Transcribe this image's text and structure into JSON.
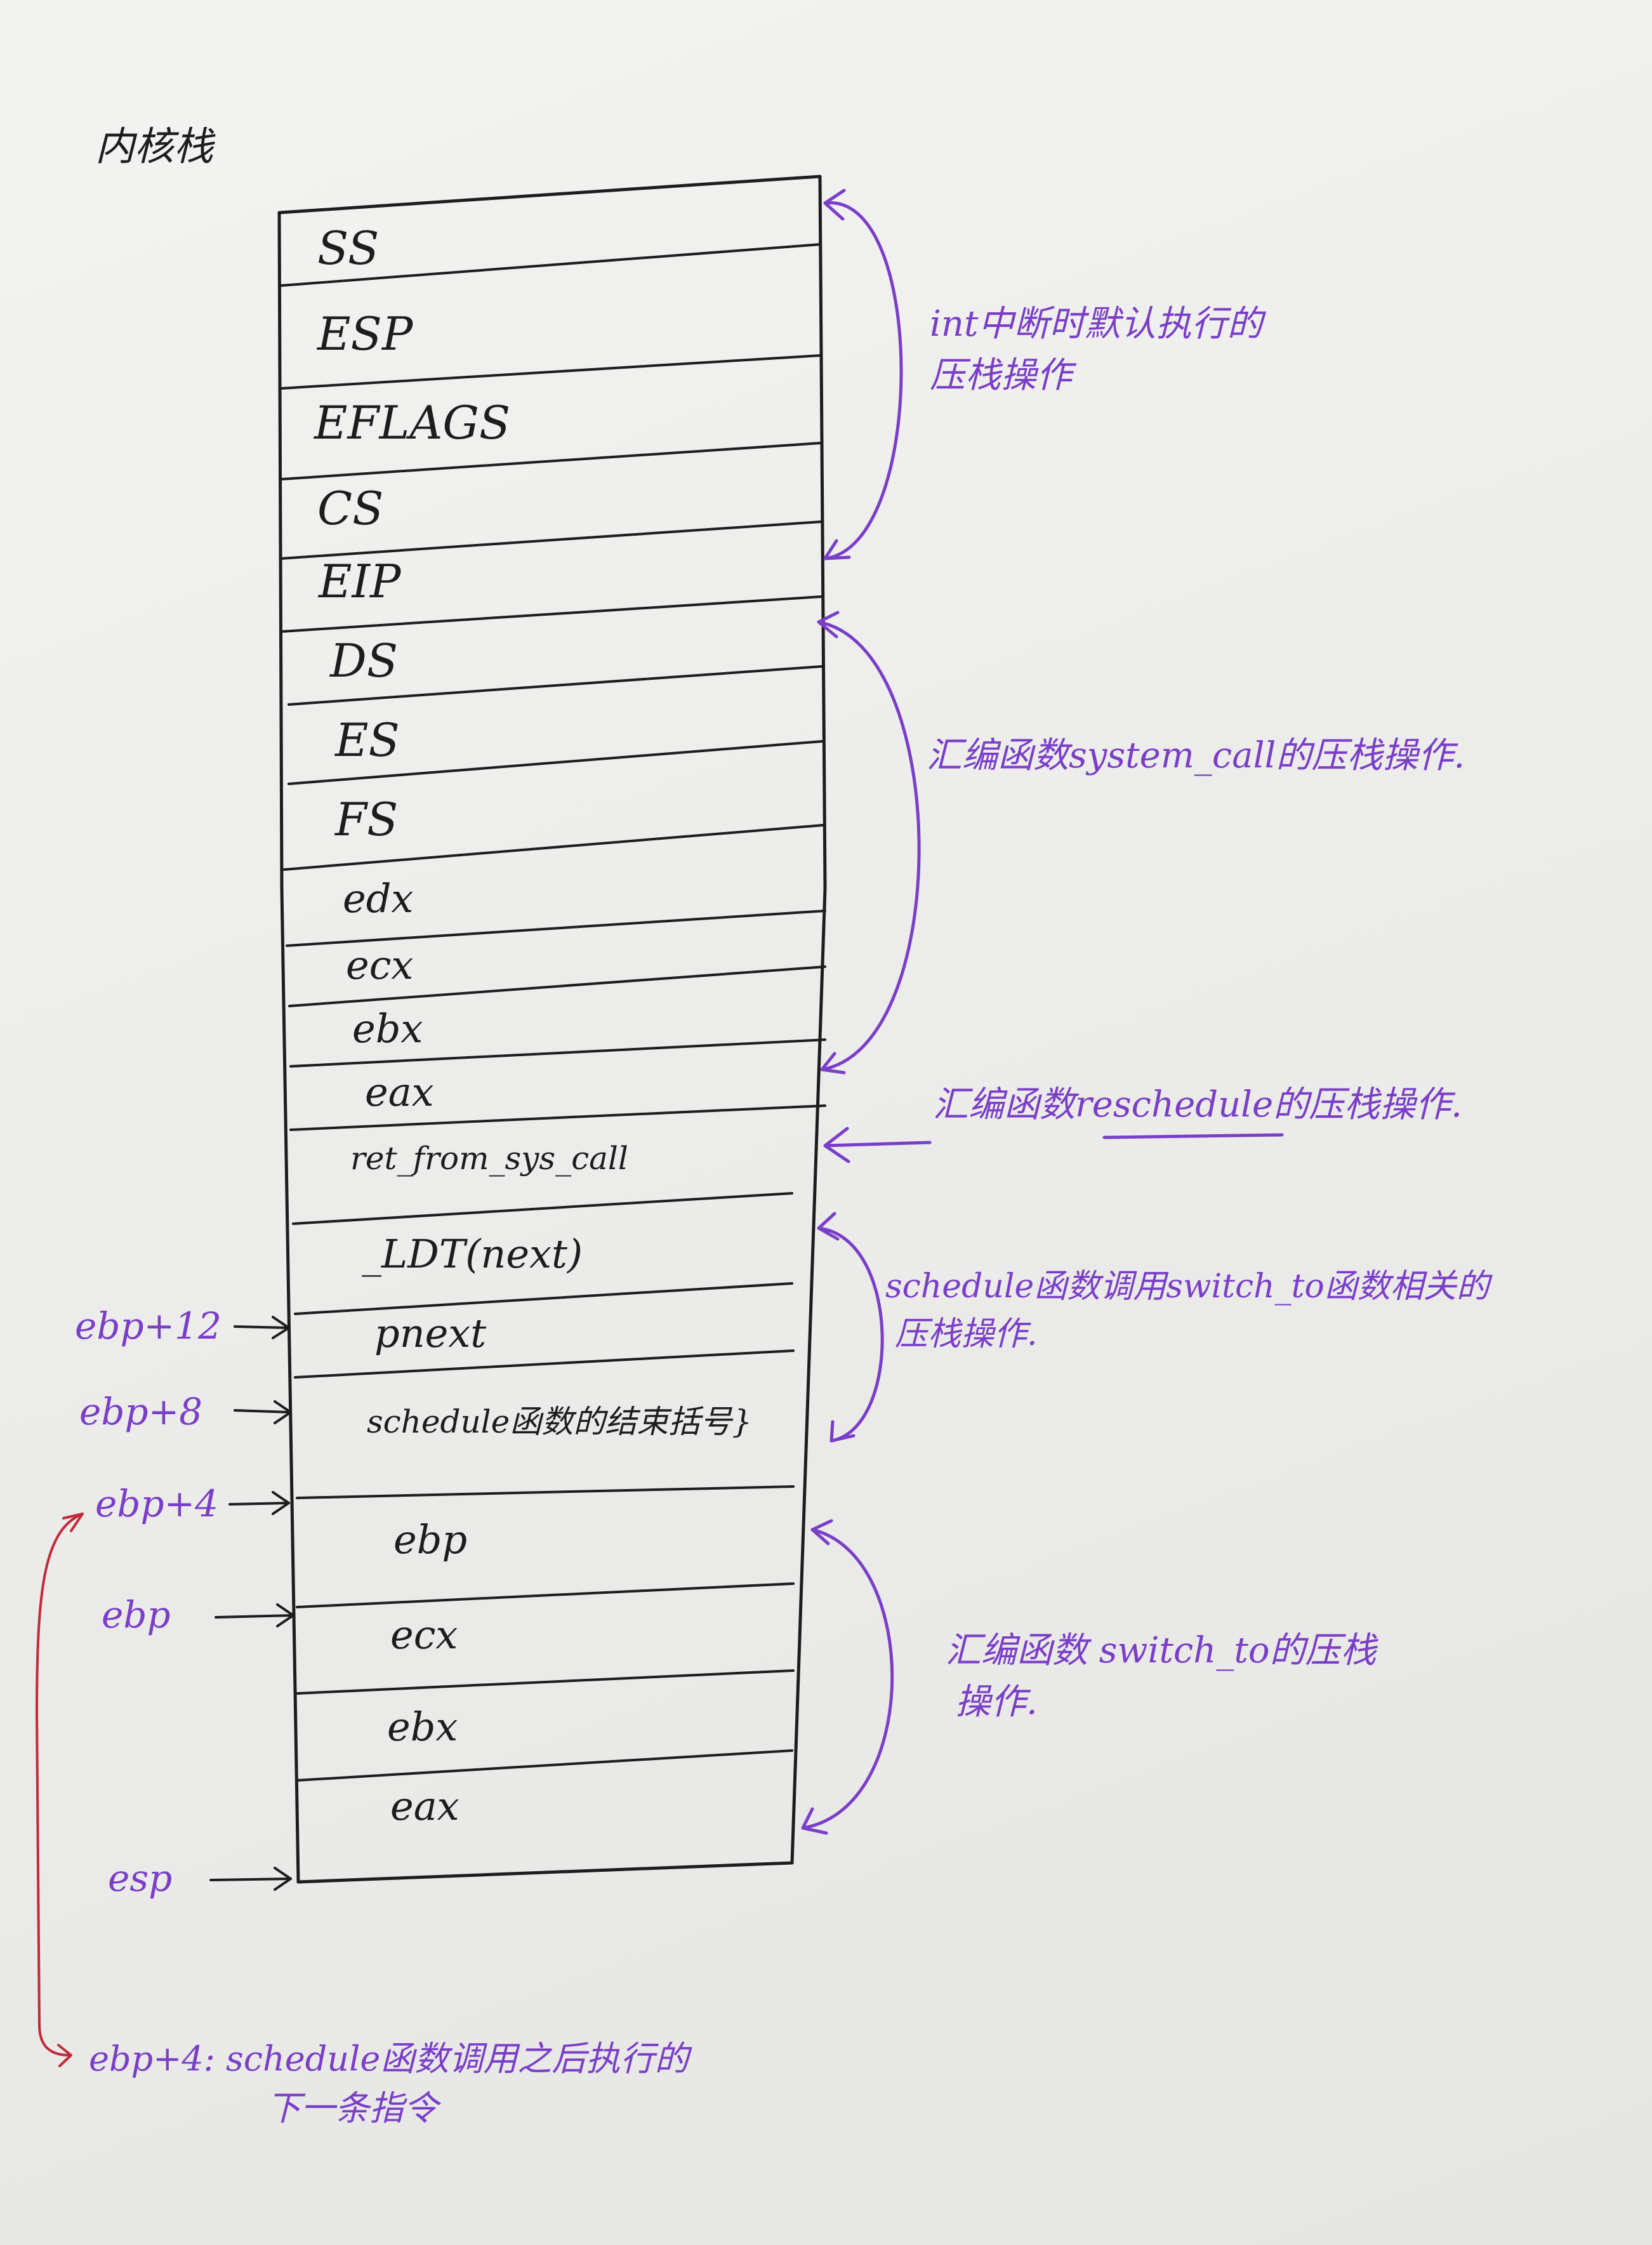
{
  "title": "内核栈",
  "stack_cells": [
    {
      "label": "SS"
    },
    {
      "label": "ESP"
    },
    {
      "label": "EFLAGS"
    },
    {
      "label": "CS"
    },
    {
      "label": "EIP"
    },
    {
      "label": "DS"
    },
    {
      "label": "ES"
    },
    {
      "label": "FS"
    },
    {
      "label": "edx"
    },
    {
      "label": "ecx"
    },
    {
      "label": "ebx"
    },
    {
      "label": "eax"
    },
    {
      "label": "ret_from_sys_call"
    },
    {
      "label": "_LDT(next)"
    },
    {
      "label": "pnext"
    },
    {
      "label": "schedule函数的结束括号}"
    },
    {
      "label": "ebp"
    },
    {
      "label": "ecx"
    },
    {
      "label": "ebx"
    },
    {
      "label": "eax"
    }
  ],
  "annotations": [
    {
      "lines": [
        "int中断时默认执行的",
        "压栈操作"
      ]
    },
    {
      "lines": [
        "汇编函数system_call的压栈操作."
      ]
    },
    {
      "lines": [
        "汇编函数reschedule的压栈操作."
      ]
    },
    {
      "lines": [
        "schedule函数调用switch_to函数相关的",
        "压栈操作."
      ]
    },
    {
      "lines": [
        "汇编函数 switch_to的压栈",
        "操作."
      ]
    }
  ],
  "pointers": [
    {
      "label": "ebp+12"
    },
    {
      "label": "ebp+8"
    },
    {
      "label": "ebp+4"
    },
    {
      "label": "ebp"
    },
    {
      "label": "esp"
    }
  ],
  "footnote": {
    "lines": [
      "ebp+4: schedule函数调用之后执行的",
      "下一条指令"
    ]
  },
  "colors": {
    "ink": "#1d1d1d",
    "annotation": "#7a3ec8",
    "footnote": "#c22a38",
    "paper": "#ececea"
  }
}
